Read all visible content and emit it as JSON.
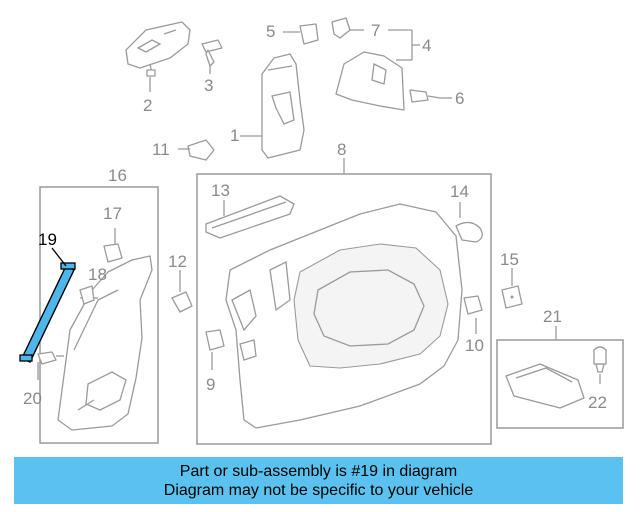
{
  "diagram": {
    "callouts": [
      "1",
      "2",
      "3",
      "4",
      "5",
      "6",
      "7",
      "8",
      "9",
      "10",
      "11",
      "12",
      "13",
      "14",
      "15",
      "16",
      "17",
      "18",
      "19",
      "20",
      "21",
      "22"
    ],
    "highlighted_part": "19",
    "colors": {
      "line_art": "#9a9a9a",
      "callout_text": "#8a8a8a",
      "highlight_fill": "#4fb6ec",
      "highlight_text": "#000000",
      "banner_background": "#5bc2f0"
    }
  },
  "banner": {
    "line1": "Part or sub-assembly is #19 in diagram",
    "line2": "Diagram may not be specific to your vehicle"
  }
}
